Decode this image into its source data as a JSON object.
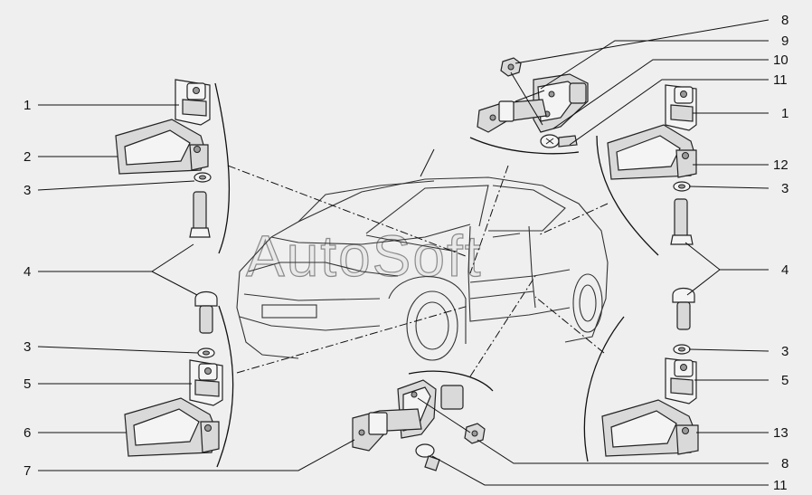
{
  "watermark": "AutoSoft",
  "callouts": {
    "left": [
      "1",
      "2",
      "3",
      "4",
      "3",
      "5",
      "6",
      "7"
    ],
    "right": [
      "8",
      "9",
      "10",
      "11",
      "1",
      "12",
      "3",
      "4",
      "3",
      "5",
      "13",
      "8",
      "11"
    ]
  }
}
